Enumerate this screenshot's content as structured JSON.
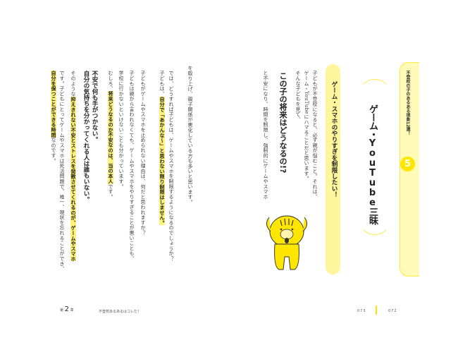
{
  "tab": {
    "label": "不登校の子のあるある現象12選！",
    "number": "5"
  },
  "title": "ゲーム・YouTube三昧",
  "subtitle": "ゲーム・スマホのやりすぎを制限したい！",
  "heading1": "この子の将来はどうなるの!?",
  "right_lines": [
    "子どもが不登校になると、必ず親が悩むこと。それは、",
    "ゲーム・YouTubeにハマることだと思います。",
    "そんな子どもを見て、"
  ],
  "right_after": "と不安になり、時間を制限し、強制的にゲームやスマホ",
  "left": {
    "l1": "を取り上げ、親子関係が悪化している方も多いと思います。",
    "l2": "では、どうすれば子どもは、ゲームやスマホを制限するようになるのでしょうか？",
    "l3a": "子どもは、",
    "l3b": "自分で「あかんな～」と思わない限り制限はしません。",
    "l4": "子どもがゲームやスマホを止められない理由は、何だと思われますか？",
    "l5": "子どもは親から言われなくても、ゲームやスマホをやりすぎることが悪いことも、",
    "l6": "学校に行かないといけないことも分かっています。",
    "l7a": "むしろ、",
    "l7b": "将来どうなるのか不安なのは、当の本人",
    "l7c": "です。",
    "h1": "不安で何も手がつかない。",
    "h2": "自分の気持ちを分かってくれる人は誰もいない。",
    "l8a": "そのような",
    "l8b": "抑えきれない不安とストレスを発散させてくれるのが、ゲームやスマホ",
    "l9": "です。子どもにとってゲームやスマホは死活問題で、唯一、現状を忘れることができ、",
    "l10a": "自分を保つことができる時間",
    "l10b": "なのです。"
  },
  "footer": {
    "chapter_pre": "第",
    "chapter_num": "2",
    "chapter_post": "章",
    "chapter_title": "不登校あるあるはコレだ！",
    "page_left": "073",
    "page_right": "072"
  },
  "colors": {
    "accent": "#ffe600",
    "highlight": "#fff27a"
  }
}
